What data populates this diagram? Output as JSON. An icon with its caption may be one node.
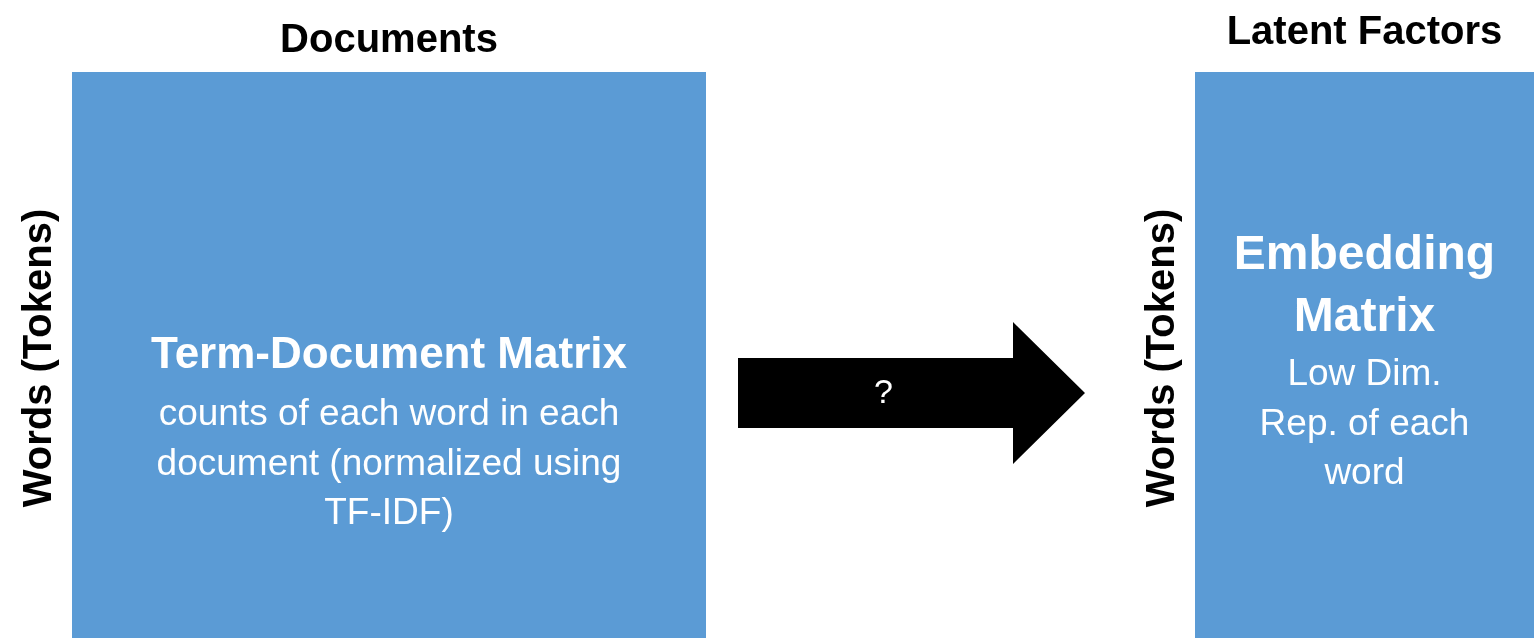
{
  "diagram": {
    "nodes": [
      {
        "text": [
          "Documents",
          "Term-Document Matrix",
          "counts of each word in each document (normalized using TF-IDF)"
        ],
        "beside": [
          "Words (Tokens)"
        ]
      },
      {
        "text": [
          "Latent Factors",
          "Embedding Matrix",
          "Low Dim. Rep. of each word"
        ],
        "beside": [
          "Words (Tokens)"
        ]
      }
    ],
    "edges": [
      {
        "from": 0,
        "to": 1,
        "arrow": "to",
        "label": "?"
      }
    ]
  }
}
